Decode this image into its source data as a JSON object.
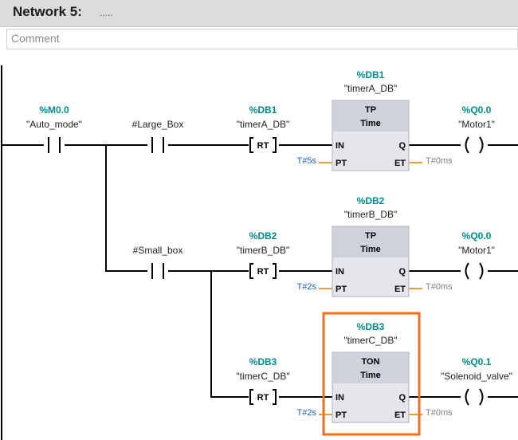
{
  "network": {
    "title": "Network 5:",
    "dots": "....."
  },
  "comment": {
    "placeholder": "Comment"
  },
  "contacts": [
    {
      "address": "%M0.0",
      "symbol": "\"Auto_mode\""
    },
    {
      "address": "",
      "symbol": "#Large_Box"
    },
    {
      "address": "",
      "symbol": "#Small_box"
    }
  ],
  "resets": [
    {
      "address": "%DB1",
      "symbol": "\"timerA_DB\"",
      "label": "RT"
    },
    {
      "address": "%DB2",
      "symbol": "\"timerB_DB\"",
      "label": "RT"
    },
    {
      "address": "%DB3",
      "symbol": "\"timerC_DB\"",
      "label": "RT"
    }
  ],
  "timers": [
    {
      "address": "%DB1",
      "symbol": "\"timerA_DB\"",
      "type": "TP",
      "sub": "Time",
      "in": "IN",
      "pt": "PT",
      "q": "Q",
      "et": "ET",
      "pt_value": "T#5s",
      "et_value": "T#0ms"
    },
    {
      "address": "%DB2",
      "symbol": "\"timerB_DB\"",
      "type": "TP",
      "sub": "Time",
      "in": "IN",
      "pt": "PT",
      "q": "Q",
      "et": "ET",
      "pt_value": "T#2s",
      "et_value": "T#0ms"
    },
    {
      "address": "%DB3",
      "symbol": "\"timerC_DB\"",
      "type": "TON",
      "sub": "Time",
      "in": "IN",
      "pt": "PT",
      "q": "Q",
      "et": "ET",
      "pt_value": "T#2s",
      "et_value": "T#0ms"
    }
  ],
  "coils": [
    {
      "address": "%Q0.0",
      "symbol": "\"Motor1\""
    },
    {
      "address": "%Q0.0",
      "symbol": "\"Motor1\""
    },
    {
      "address": "%Q0.1",
      "symbol": "\"Solenoid_valve\""
    }
  ],
  "colors": {
    "address": "#008b8b",
    "value": "#1e5fc8",
    "orange": "#f0a030",
    "highlight": "#f07020",
    "line": "#000000",
    "box_fill": "#e4e6ec",
    "header_fill": "#cfd2da"
  }
}
